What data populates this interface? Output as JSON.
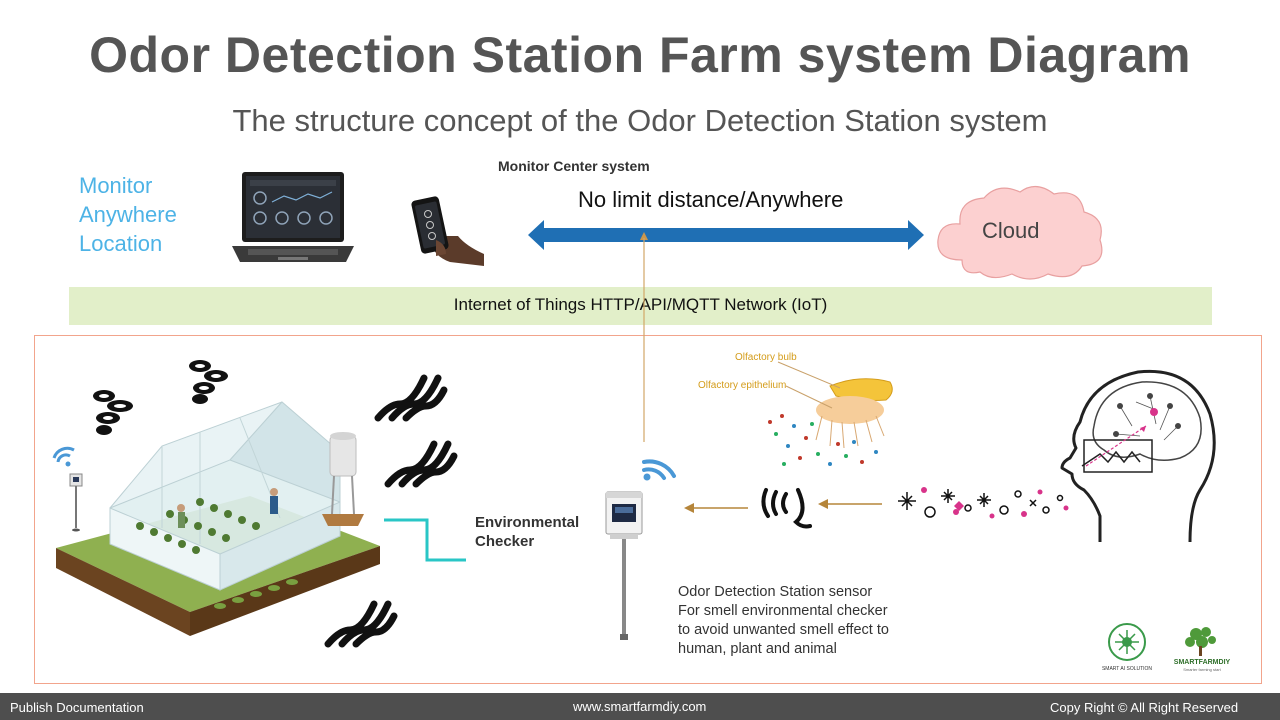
{
  "title": "Odor Detection Station Farm system Diagram",
  "subtitle": "The structure concept of the Odor Detection Station system",
  "monitor_anywhere": [
    "Monitor",
    "Anywhere",
    "Location"
  ],
  "monitor_center": "Monitor Center system",
  "no_limit": "No limit distance/Anywhere",
  "cloud": "Cloud",
  "iot_band": "Internet of Things HTTP/API/MQTT Network (IoT)",
  "olfactory_bulb": "Olfactory bulb",
  "olfactory_epithelium": "Olfactory epithelium",
  "environmental_checker": [
    "Environmental",
    "Checker"
  ],
  "odor_desc": [
    "Odor Detection Station sensor",
    "For smell environmental  checker",
    "to avoid unwanted  smell effect to",
    "human, plant and animal"
  ],
  "logos": {
    "smart_solution": "SMART AI SOLUTION",
    "smartfarmdiy": "SMARTFARMDIY",
    "smartfarmdiy_tagline": "Smarter farming start"
  },
  "footer": {
    "left": "Publish Documentation",
    "center": "www.smartfarmdiy.com",
    "right": "Copy Right © All Right Reserved"
  },
  "colors": {
    "title": "#555555",
    "monitor_text": "#4db3e6",
    "arrow_blue": "#1f6fb4",
    "cloud_fill": "#fcd0d0",
    "iot_band": "#e2efc9",
    "farm_border": "#f2a48c",
    "teal_connector": "#29c6c6",
    "odor_arrow": "#b5853a",
    "footer_bg": "#4e4e4e"
  },
  "icons": [
    "laptop-icon",
    "smartphone-icon",
    "double-arrow-icon",
    "cloud-icon",
    "greenhouse-icon",
    "wifi-icon",
    "smell-wave-icon",
    "sensor-device-icon",
    "nose-waves-icon",
    "head-brain-icon",
    "odor-particles-icon"
  ]
}
